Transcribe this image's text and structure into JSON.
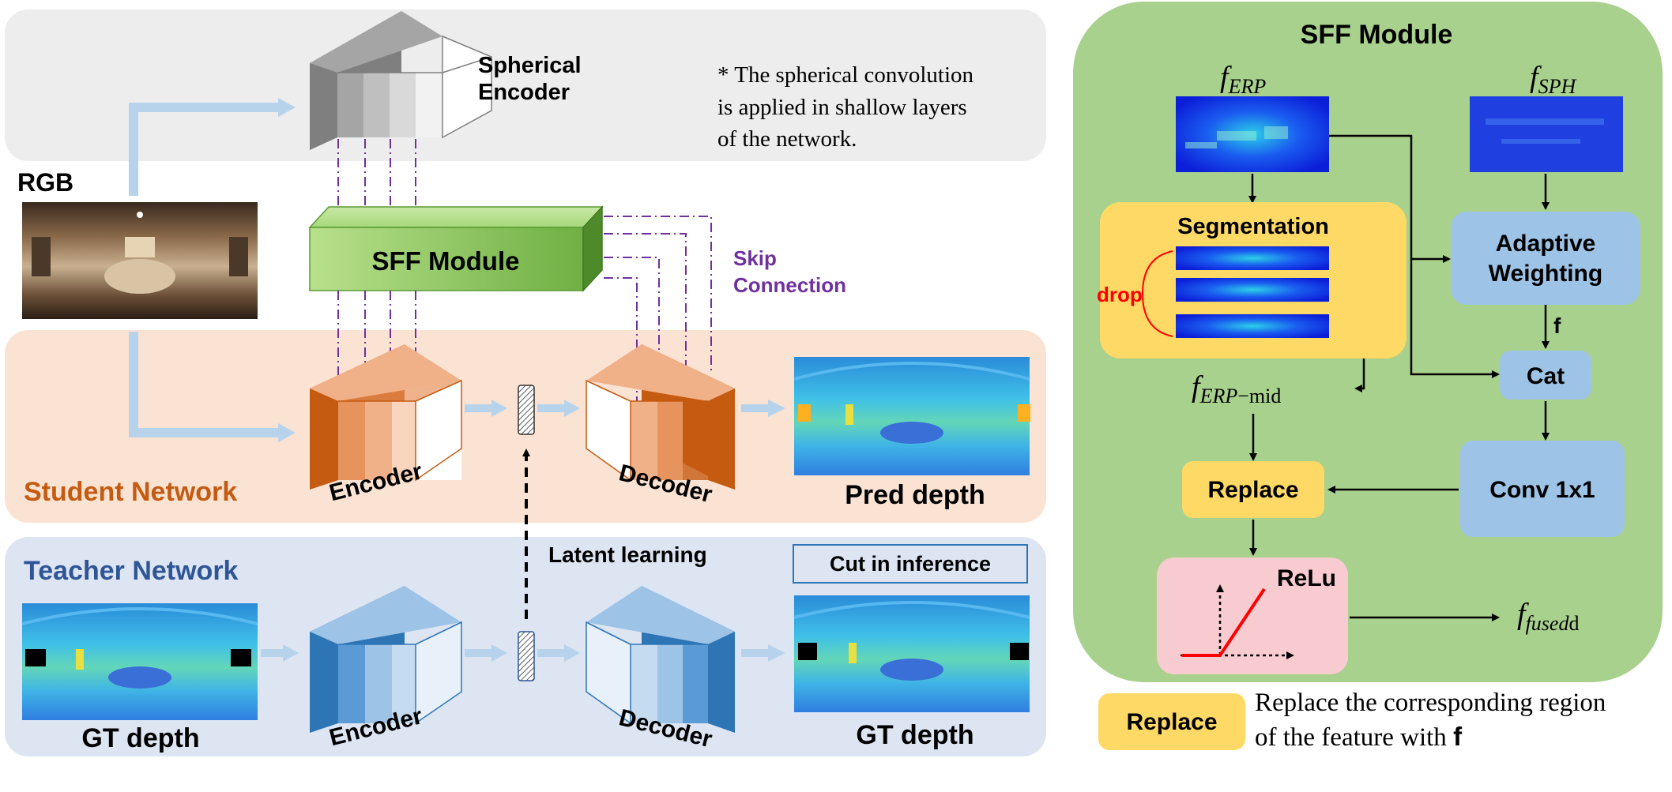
{
  "colors": {
    "gray_band": "#ededed",
    "student_band": "#fbe3d3",
    "teacher_band": "#dde5f3",
    "sff_panel": "#a9d18e",
    "arrow_blue": "#b7d3ec",
    "orange_dark": "#c55a11",
    "orange_mid": "#f0b088",
    "blue_dark": "#2e75b6",
    "blue_mid": "#9dc3e6",
    "green_box": "#7ac04f",
    "purple": "#7030a0",
    "yellow_box": "#ffd966",
    "light_blue_box": "#9dc3e6",
    "pink_box": "#f8cbd0",
    "red": "#ff0000"
  },
  "left": {
    "spherical_encoder": "Spherical\nEncoder",
    "note": "* The spherical convolution\nis applied in shallow layers\nof the network.",
    "rgb_label": "RGB",
    "sff_module_label": "SFF Module",
    "skip_connection": "Skip\nConnection",
    "student_network": "Student Network",
    "teacher_network": "Teacher Network",
    "encoder": "Encoder",
    "decoder": "Decoder",
    "pred_depth": "Pred depth",
    "gt_depth": "GT depth",
    "latent_learning": "Latent learning",
    "cut_in_inference": "Cut in inference"
  },
  "right": {
    "title": "SFF Module",
    "f_erp_main": "f",
    "f_erp_sub": "ERP",
    "f_sph_main": "f",
    "f_sph_sub": "SPH",
    "segmentation": "Segmentation",
    "drop": "drop",
    "f_erp_mid_main": "f",
    "f_erp_mid_sub": "ERP",
    "f_erp_mid_suffix": "−mid",
    "adaptive_weighting": "Adaptive\nWeighting",
    "f_label": "f",
    "cat": "Cat",
    "conv": "Conv 1x1",
    "replace": "Replace",
    "relu": "ReLu",
    "f_fused_main": "f",
    "f_fused_sub": "fused",
    "f_fused_suffix": "d"
  },
  "legend": {
    "replace": "Replace",
    "text_line1": "Replace the corresponding region",
    "text_line2_prefix": "of the feature with ",
    "text_line2_bold": "f"
  }
}
